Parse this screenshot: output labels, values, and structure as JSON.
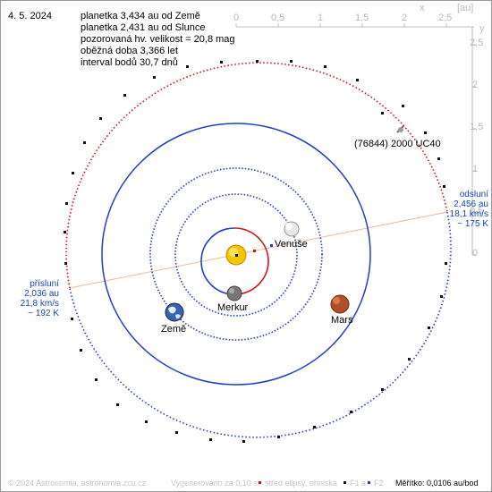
{
  "date": "4. 5. 2024",
  "info": {
    "line1": "planetka 3,434 au od Země",
    "line2": "planetka 2,431 au od Slunce",
    "line3": "pozorovaná hv. velikost = 20,8 mag",
    "line4": "oběžná doba 3,366 let",
    "line5": "interval bodů 30,7 dnů"
  },
  "axes": {
    "x_letter": "x",
    "y_letter": "y",
    "unit": "[au]",
    "ticks": [
      "0",
      "0,5",
      "1",
      "1,5",
      "2",
      "2,5"
    ]
  },
  "asteroid_label": "(76844) 2000 UC40",
  "perihelion": {
    "label": "přísluní",
    "distance": "2,036 au",
    "speed": "21,8 km/s",
    "temp": "~ 192 K"
  },
  "aphelion": {
    "label": "odsluní",
    "distance": "2,456 au",
    "speed": "18,1 km/s",
    "temp": "~ 175 K"
  },
  "planets": {
    "venus": "Venuše",
    "mercury": "Merkur",
    "earth": "Země",
    "mars": "Mars"
  },
  "footer": {
    "copyright": "© 2024 Astronomia, astronomia.zcu.cz",
    "generated": "Vygenerováno za 0,10 s",
    "legend_center": "střed elipsy, ohniska",
    "f1": "F1 a",
    "f2": "F2",
    "scale": "Měřítko: 0,0106 au/bod"
  },
  "colors": {
    "orbit_red": "#d01010",
    "orbit_blue": "#1f3fbf",
    "axis_grey": "#bdbdbd",
    "apsides_line": "#f0b898",
    "label_blue": "#1447b8"
  }
}
